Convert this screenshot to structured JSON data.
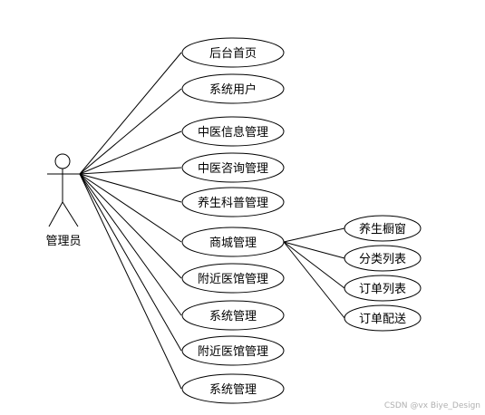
{
  "actor": {
    "name": "管理员"
  },
  "use_cases": [
    {
      "id": "uc1",
      "label": "后台首页"
    },
    {
      "id": "uc2",
      "label": "系统用户"
    },
    {
      "id": "uc3",
      "label": "中医信息管理"
    },
    {
      "id": "uc4",
      "label": "中医咨询管理"
    },
    {
      "id": "uc5",
      "label": "养生科普管理"
    },
    {
      "id": "uc6",
      "label": "商城管理"
    },
    {
      "id": "uc7",
      "label": "附近医馆管理"
    },
    {
      "id": "uc8",
      "label": "系统管理"
    },
    {
      "id": "uc9",
      "label": "附近医馆管理"
    },
    {
      "id": "uc10",
      "label": "系统管理"
    }
  ],
  "sub_use_cases": [
    {
      "id": "s1",
      "label": "养生橱窗"
    },
    {
      "id": "s2",
      "label": "分类列表"
    },
    {
      "id": "s3",
      "label": "订单列表"
    },
    {
      "id": "s4",
      "label": "订单配送"
    }
  ],
  "watermark": "CSDN @vx Biye_Design"
}
